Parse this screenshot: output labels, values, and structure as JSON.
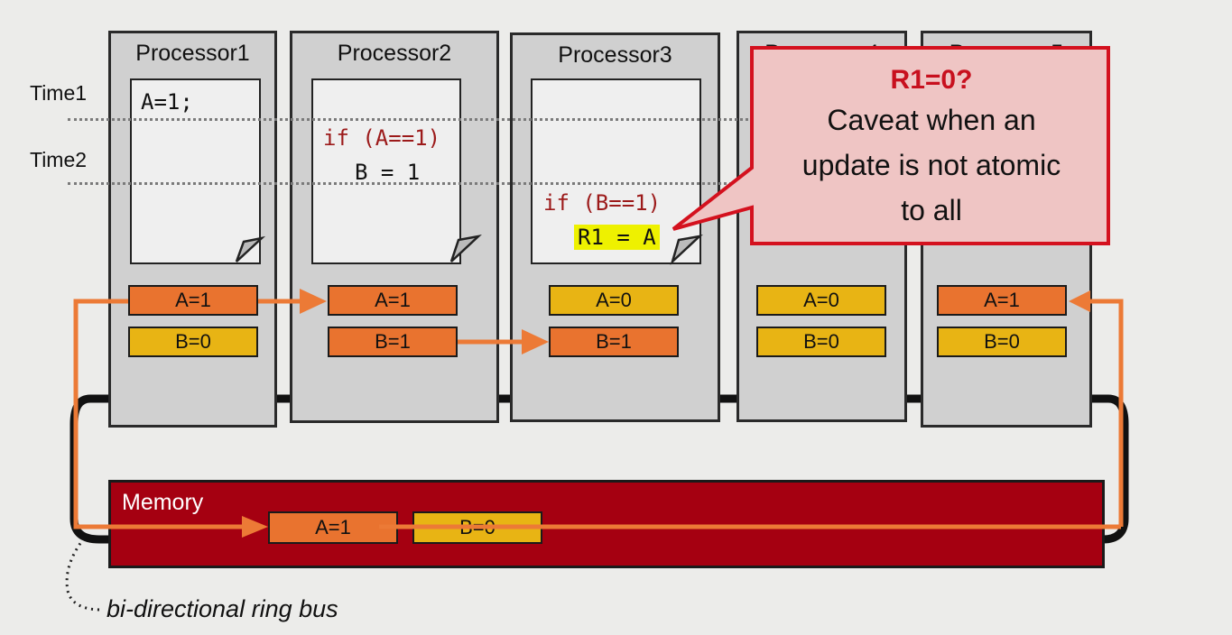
{
  "timeline": {
    "time1": "Time1",
    "time2": "Time2"
  },
  "processors": [
    {
      "title": "Processor1",
      "cells": [
        {
          "text": "A=1",
          "color": "orange"
        },
        {
          "text": "B=0",
          "color": "yellow"
        }
      ]
    },
    {
      "title": "Processor2",
      "cells": [
        {
          "text": "A=1",
          "color": "orange"
        },
        {
          "text": "B=1",
          "color": "orange"
        }
      ]
    },
    {
      "title": "Processor3",
      "cells": [
        {
          "text": "A=0",
          "color": "yellow"
        },
        {
          "text": "B=1",
          "color": "orange"
        }
      ]
    },
    {
      "title": "Processor4",
      "cells": [
        {
          "text": "A=0",
          "color": "yellow"
        },
        {
          "text": "B=0",
          "color": "yellow"
        }
      ]
    },
    {
      "title": "Processor5",
      "cells": [
        {
          "text": "A=1",
          "color": "orange"
        },
        {
          "text": "B=0",
          "color": "yellow"
        }
      ]
    }
  ],
  "code": {
    "p1_line1": "A=1;",
    "p2_line1": "if (A==1)",
    "p2_line2": "B = 1",
    "p3_line1": "if (B==1)",
    "p3_line2": "R1 = A"
  },
  "memory": {
    "label": "Memory",
    "cells": [
      {
        "text": "A=1",
        "color": "orange"
      },
      {
        "text": "B=0",
        "color": "yellow"
      }
    ]
  },
  "callout": {
    "title": "R1=0?",
    "lines": [
      "Caveat when an",
      "update is not atomic",
      "to all"
    ]
  },
  "caption": "bi-directional ring bus",
  "colors": {
    "orange": "#e9732f",
    "yellow": "#e8b414",
    "memory_red": "#a50011",
    "callout_fill": "#efc5c4",
    "callout_border": "#d4111e",
    "arrow": "#ec7a36"
  }
}
